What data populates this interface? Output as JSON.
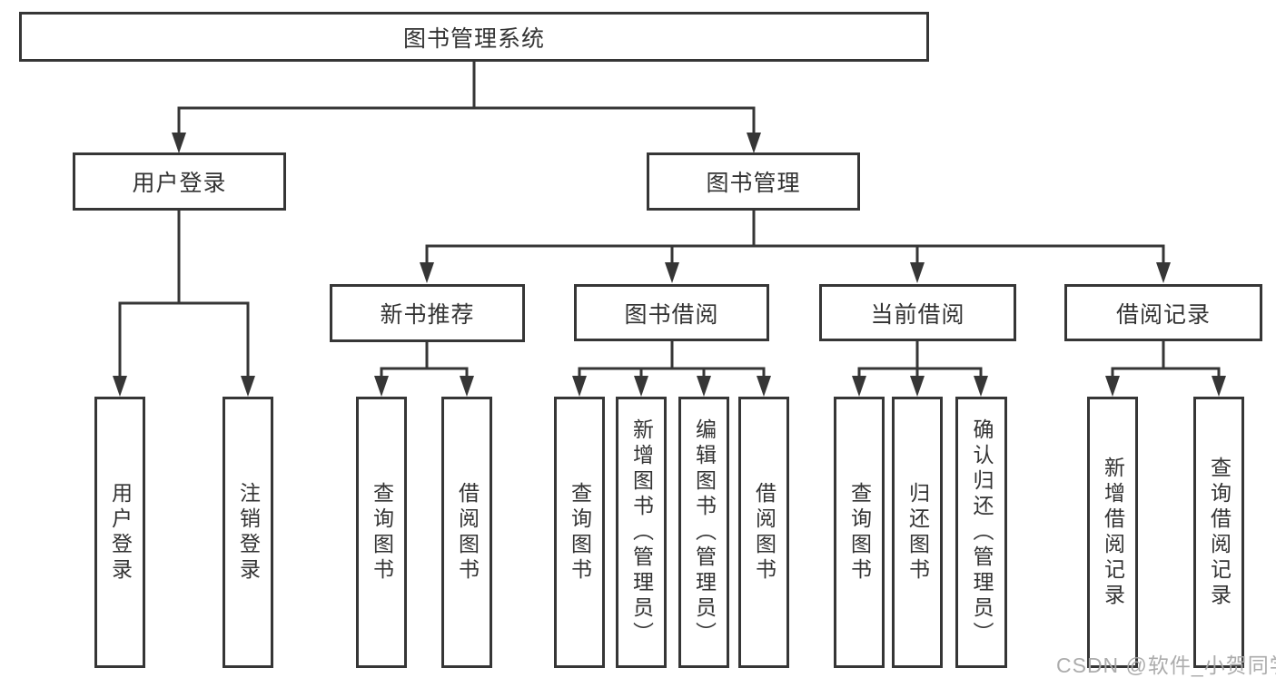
{
  "diagram": {
    "title": "图书管理系统",
    "level2": {
      "user_login": "用户登录",
      "book_management": "图书管理"
    },
    "level3": {
      "new_book_recommend": "新书推荐",
      "book_borrowing": "图书借阅",
      "current_borrowing": "当前借阅",
      "borrow_records": "借阅记录"
    },
    "user_login_children": {
      "login": "用户登录",
      "logout": "注销登录"
    },
    "new_book_children": {
      "query": "查询图书",
      "borrow": "借阅图书"
    },
    "borrowing_children": {
      "query": "查询图书",
      "add": "新增图书（管理员）",
      "edit": "编辑图书（管理员）",
      "borrow": "借阅图书"
    },
    "current_children": {
      "query": "查询图书",
      "return": "归还图书",
      "confirm": "确认归还（管理员）"
    },
    "records_children": {
      "add": "新增借阅记录",
      "query": "查询借阅记录"
    }
  },
  "watermark": "CSDN @软件_小贺同学",
  "colors": {
    "line": "#363636",
    "text": "#333333",
    "background": "#ffffff",
    "watermark": "#a8a8a8"
  }
}
